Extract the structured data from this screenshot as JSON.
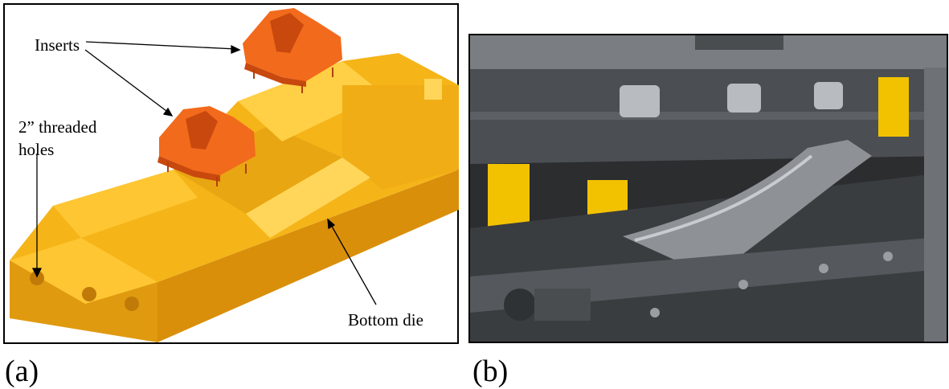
{
  "figure": {
    "panel_a": {
      "caption": "(a)",
      "labels": {
        "inserts": "Inserts",
        "threaded_line1": "2” threaded",
        "threaded_line2": "holes",
        "bottom_die": "Bottom die"
      },
      "colors": {
        "die": "#f5b418",
        "die_shadow": "#d98f0a",
        "die_light": "#ffd65a",
        "insert": "#f26a1b",
        "insert_dark": "#c8480e"
      }
    },
    "panel_b": {
      "caption": "(b)",
      "colors": {
        "steel": "#3c4043",
        "steel_light": "#8c9094",
        "yellow": "#f2c200"
      }
    }
  }
}
